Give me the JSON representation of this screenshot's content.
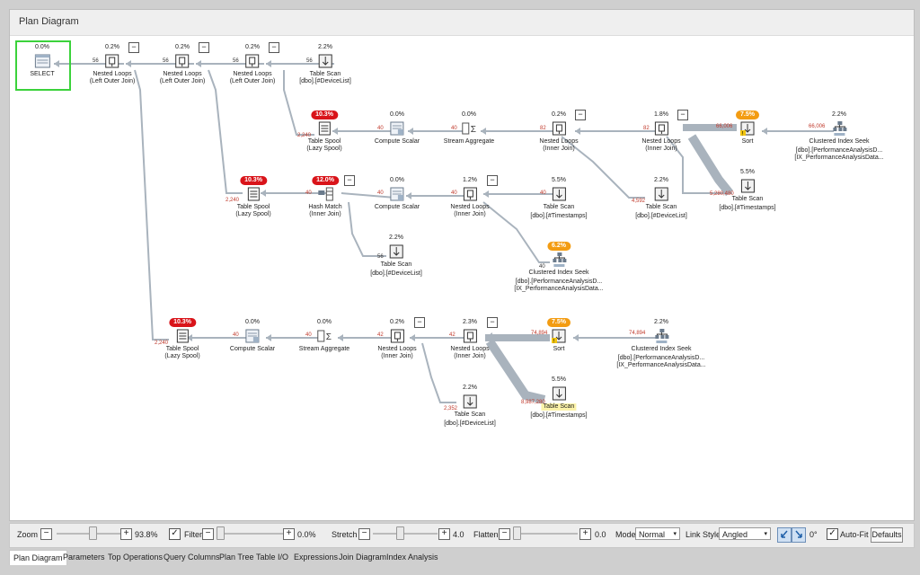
{
  "title": "Plan Diagram",
  "nodes": {
    "select": {
      "pct": "0.0%",
      "l1": "SELECT",
      "l2": ""
    },
    "nl1": {
      "pct": "0.2%",
      "l1": "Nested Loops",
      "l2": "(Left Outer Join)"
    },
    "nl2": {
      "pct": "0.2%",
      "l1": "Nested Loops",
      "l2": "(Left Outer Join)"
    },
    "nl3": {
      "pct": "0.2%",
      "l1": "Nested Loops",
      "l2": "(Left Outer Join)"
    },
    "ts1": {
      "pct": "2.2%",
      "l1": "Table Scan",
      "l2": "[dbo].[#DeviceList]"
    },
    "spool1": {
      "pct": "10.3%",
      "l1": "Table Spool",
      "l2": "(Lazy Spool)"
    },
    "cs1": {
      "pct": "0.0%",
      "l1": "Compute Scalar",
      "l2": ""
    },
    "sa1": {
      "pct": "0.0%",
      "l1": "Stream Aggregate",
      "l2": ""
    },
    "nl4": {
      "pct": "0.2%",
      "l1": "Nested Loops",
      "l2": "(Inner Join)"
    },
    "nl5": {
      "pct": "1.8%",
      "l1": "Nested Loops",
      "l2": "(Inner Join)"
    },
    "sort1": {
      "pct": "7.5%",
      "l1": "Sort",
      "l2": ""
    },
    "cis1": {
      "pct": "2.2%",
      "l1": "Clustered Index Seek",
      "l2": "[dbo].[PerformanceAnalysisD...",
      "l3": "[IX_PerformanceAnalysisData..."
    },
    "ts2": {
      "pct": "5.5%",
      "l1": "Table Scan",
      "l2": "[dbo].[#Timestamps]"
    },
    "ts3": {
      "pct": "2.2%",
      "l1": "Table Scan",
      "l2": "[dbo].[#DeviceList]"
    },
    "spool2": {
      "pct": "10.3%",
      "l1": "Table Spool",
      "l2": "(Lazy Spool)"
    },
    "hm": {
      "pct": "12.0%",
      "l1": "Hash Match",
      "l2": "(Inner Join)"
    },
    "cs2": {
      "pct": "0.0%",
      "l1": "Compute Scalar",
      "l2": ""
    },
    "nl6": {
      "pct": "1.2%",
      "l1": "Nested Loops",
      "l2": "(Inner Join)"
    },
    "ts4": {
      "pct": "5.5%",
      "l1": "Table Scan",
      "l2": "[dbo].[#Timestamps]"
    },
    "ts5": {
      "pct": "2.2%",
      "l1": "Table Scan",
      "l2": "[dbo].[#DeviceList]"
    },
    "cis2": {
      "pct": "6.2%",
      "l1": "Clustered Index Seek",
      "l2": "[dbo].[PerformanceAnalysisD...",
      "l3": "[IX_PerformanceAnalysisData..."
    },
    "spool3": {
      "pct": "10.3%",
      "l1": "Table Spool",
      "l2": "(Lazy Spool)"
    },
    "cs3": {
      "pct": "0.0%",
      "l1": "Compute Scalar",
      "l2": ""
    },
    "sa2": {
      "pct": "0.0%",
      "l1": "Stream Aggregate",
      "l2": ""
    },
    "nl7": {
      "pct": "0.2%",
      "l1": "Nested Loops",
      "l2": "(Inner Join)"
    },
    "nl8": {
      "pct": "2.3%",
      "l1": "Nested Loops",
      "l2": "(Inner Join)"
    },
    "sort2": {
      "pct": "7.5%",
      "l1": "Sort",
      "l2": ""
    },
    "cis3": {
      "pct": "2.2%",
      "l1": "Clustered Index Seek",
      "l2": "[dbo].[PerformanceAnalysisD...",
      "l3": "[IX_PerformanceAnalysisData..."
    },
    "ts6": {
      "pct": "2.2%",
      "l1": "Table Scan",
      "l2": "[dbo].[#DeviceList]"
    },
    "ts7": {
      "pct": "5.5%",
      "l1": "Table Scan",
      "l2": "[dbo].[#Timestamps]"
    }
  },
  "rowcounts": {
    "r1": "56",
    "r2": "56",
    "r3": "56",
    "r4": "56",
    "r5": "2,240",
    "r6": "40",
    "r7": "40",
    "r8": "82",
    "r9": "82",
    "r10": "66,006",
    "r11": "66,006",
    "r12": "5,280,480",
    "r13": "4,592",
    "r14": "2,240",
    "r15": "40",
    "r16": "40",
    "r17": "40",
    "r18": "40",
    "r19": "56",
    "r20": "40",
    "r21": "2,240",
    "r22": "40",
    "r23": "40",
    "r24": "42",
    "r25": "42",
    "r26": "74,894",
    "r27": "74,894",
    "r28": "2,352",
    "r29": "8,987,280"
  },
  "toolbar": {
    "zoom_label": "Zoom",
    "zoom_value": "93.8%",
    "filter_label": "Filter",
    "filter_value": "0.0%",
    "stretch_label": "Stretch",
    "stretch_value": "4.0",
    "flatten_label": "Flatten",
    "flatten_value": "0.0",
    "mode_label": "Mode",
    "mode_value": "Normal",
    "linkstyle_label": "Link Style",
    "linkstyle_value": "Angled",
    "rotation_value": "0°",
    "autofit_label": "Auto-Fit",
    "defaults_label": "Defaults",
    "minus": "−",
    "plus": "+",
    "check": "✓",
    "dropdown": "▾"
  },
  "tabs": [
    "Plan Diagram",
    "Parameters",
    "Top Operations",
    "Query Columns",
    "Plan Tree",
    "Table I/O",
    "Expressions",
    "Join Diagram",
    "Index Analysis"
  ],
  "colors": {
    "accent_red": "#d9141a",
    "accent_orange": "#f39c12",
    "selection": "#3bd23b",
    "link": "#a9b3bd",
    "highlight": "#fbf2a8"
  }
}
